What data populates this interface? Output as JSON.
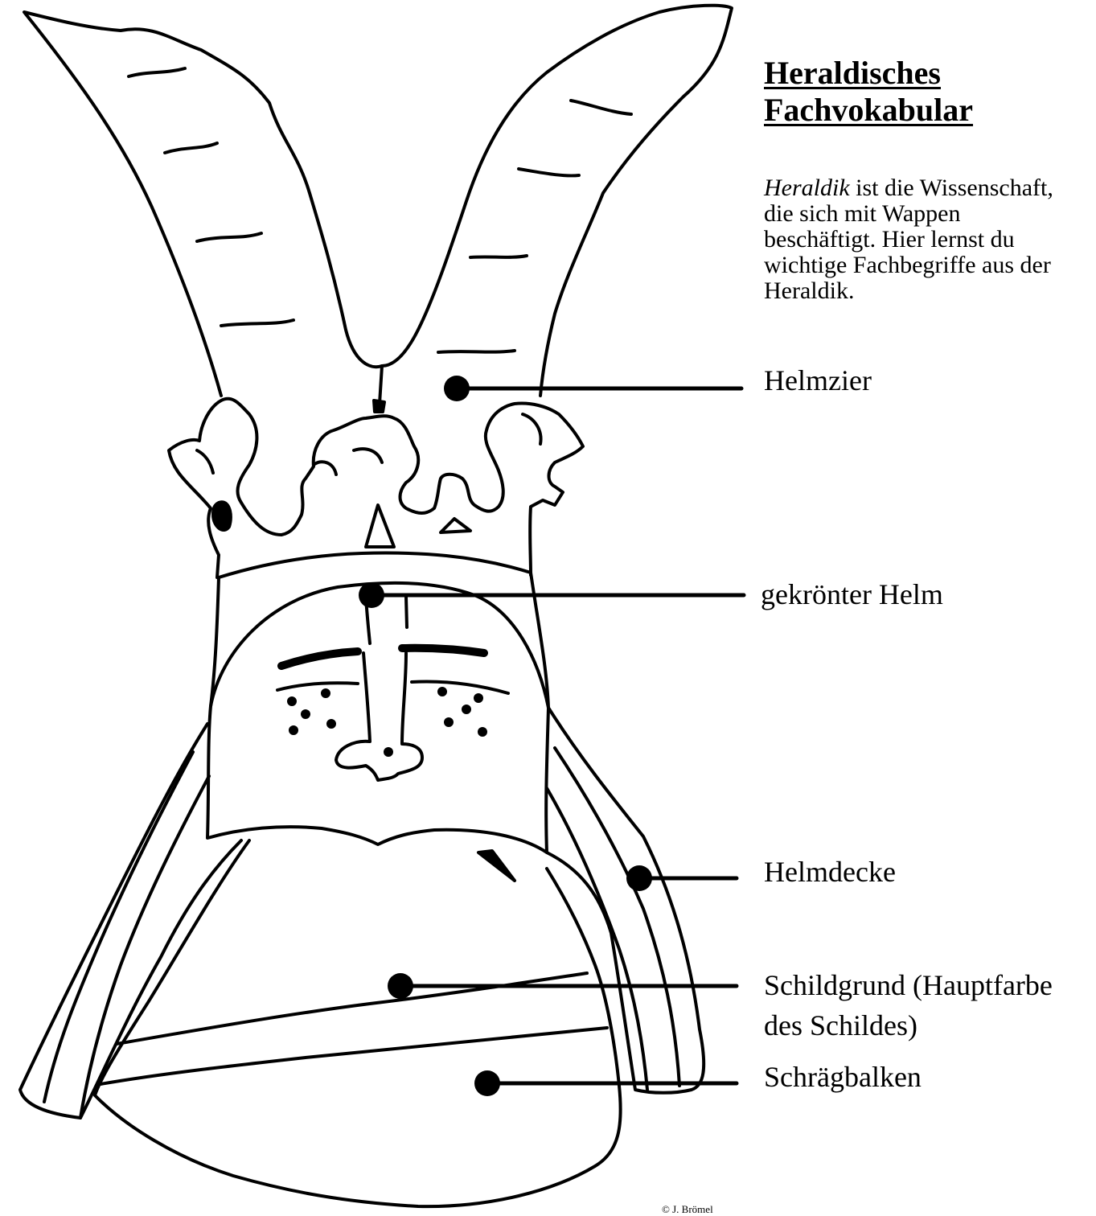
{
  "title": {
    "line1": "Heraldisches",
    "line2": "Fachvokabular"
  },
  "intro": {
    "term": "Heraldik",
    "line1_rest": " ist die Wissenschaft,",
    "line2": "die sich mit Wappen",
    "line3": "beschäftigt. Hier lernst du",
    "line4": "wichtige Fachbegriffe aus der",
    "line5": "Heraldik."
  },
  "labels": {
    "helmzier": "Helmzier",
    "helm": "gekrönter Helm",
    "helmdecke": "Helmdecke",
    "schildgrund_line1": "Schildgrund (Hauptfarbe",
    "schildgrund_line2": "des Schildes)",
    "schraegbalken": "Schrägbalken"
  },
  "copyright": "© J. Brömel"
}
